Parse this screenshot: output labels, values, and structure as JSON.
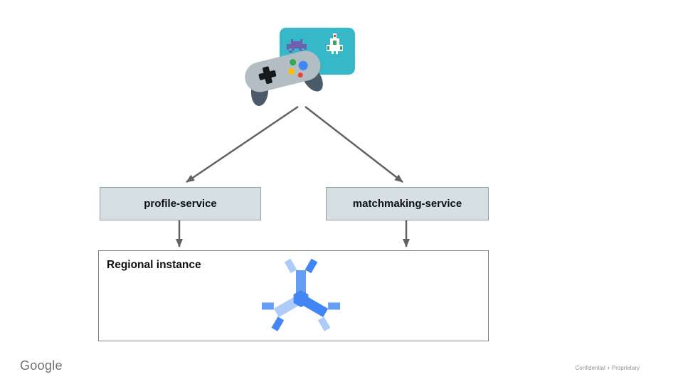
{
  "slide": {
    "footer": {
      "brand": "Google",
      "note": "Confidential + Proprietary"
    }
  },
  "diagram": {
    "client": {
      "icon": "game-controller-with-arcade-screen"
    },
    "services": [
      {
        "label": "profile-service"
      },
      {
        "label": "matchmaking-service"
      }
    ],
    "instance": {
      "label": "Regional instance",
      "icon": "cloud-spanner"
    },
    "edges": [
      {
        "from": "game-client",
        "to": "profile-service"
      },
      {
        "from": "game-client",
        "to": "matchmaking-service"
      },
      {
        "from": "profile-service",
        "to": "regional-instance"
      },
      {
        "from": "matchmaking-service",
        "to": "regional-instance"
      }
    ]
  },
  "colors": {
    "service_box_fill": "#d6e0e2",
    "service_box_border": "#91a0a5",
    "instance_box_border": "#7d8285",
    "arrow": "#5f6368",
    "spanner_dark_blue": "#4285f4",
    "spanner_mid_blue": "#669df6",
    "spanner_light_blue": "#aecbfa",
    "screen_teal": "#36b8c8",
    "invader_purple": "#6c60b0",
    "controller_light_gray": "#b2bdc4",
    "controller_dark_slate": "#4a5a68"
  }
}
